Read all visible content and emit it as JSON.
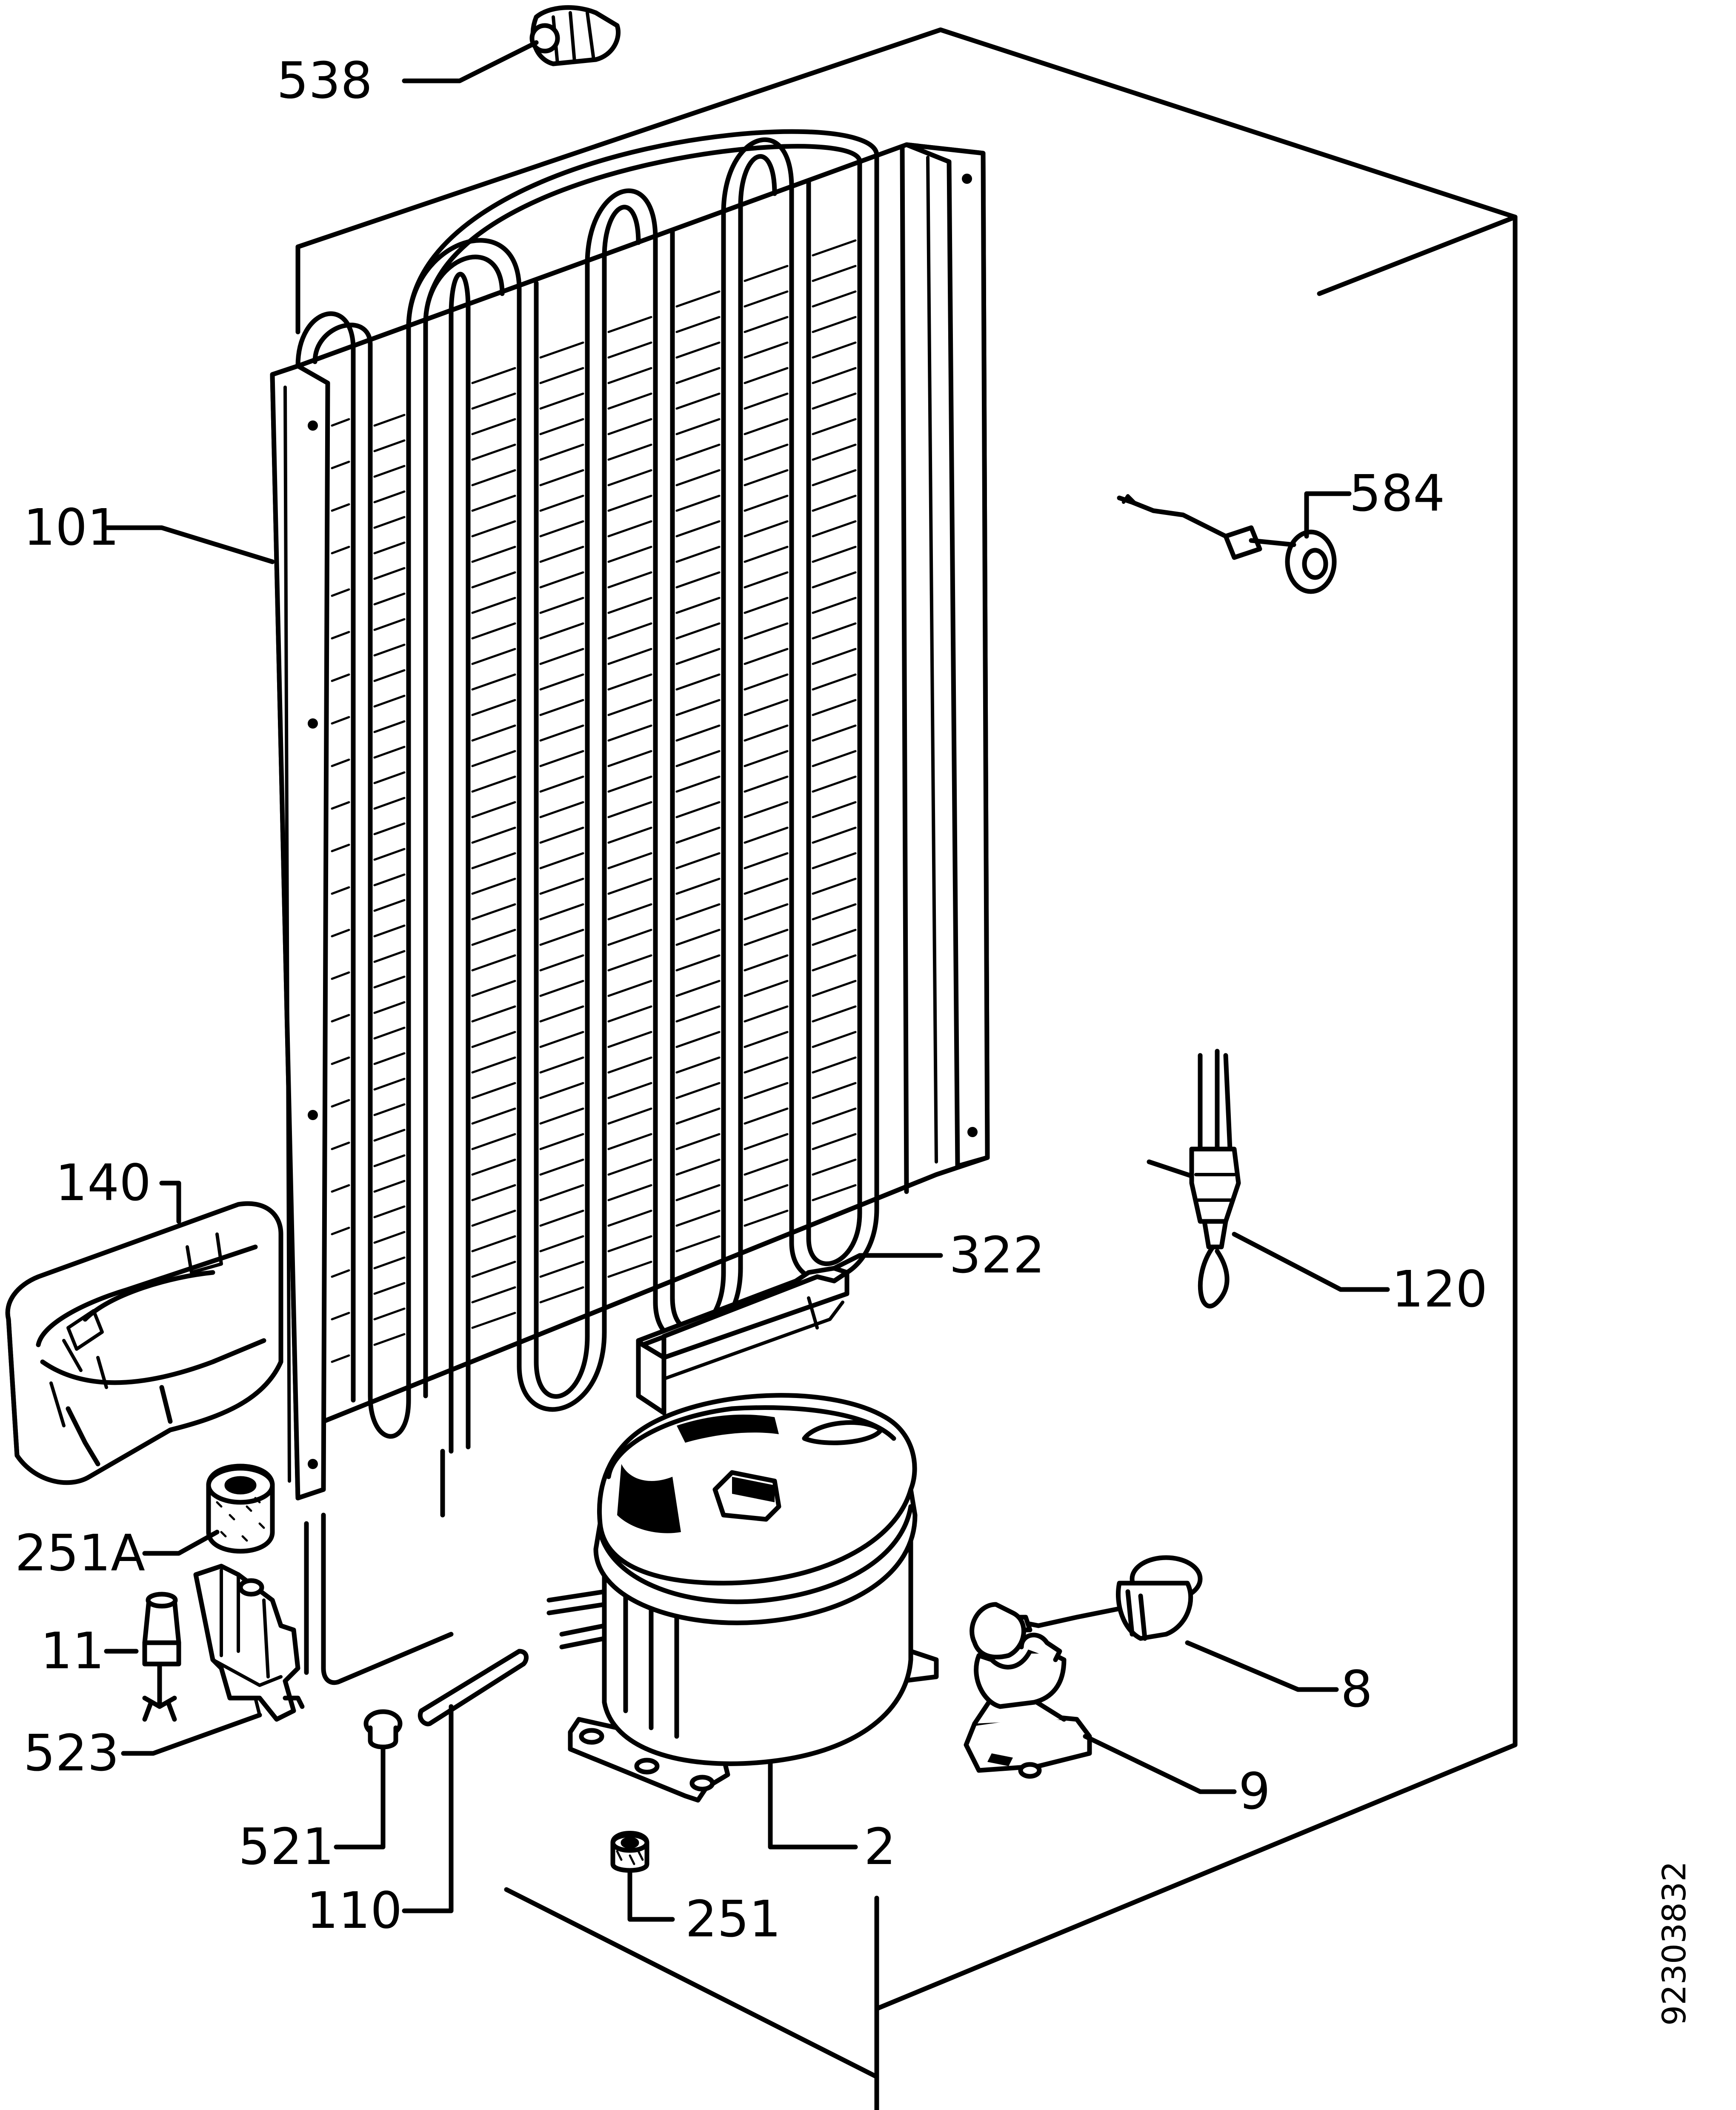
{
  "diagram": {
    "document_code": "92303832",
    "parts": [
      {
        "id": "p538",
        "label": "538"
      },
      {
        "id": "p101",
        "label": "101"
      },
      {
        "id": "p584",
        "label": "584"
      },
      {
        "id": "p140",
        "label": "140"
      },
      {
        "id": "p322",
        "label": "322"
      },
      {
        "id": "p120",
        "label": "120"
      },
      {
        "id": "p251A",
        "label": "251A"
      },
      {
        "id": "p11",
        "label": "11"
      },
      {
        "id": "p523",
        "label": "523"
      },
      {
        "id": "p8",
        "label": "8"
      },
      {
        "id": "p9",
        "label": "9"
      },
      {
        "id": "p521",
        "label": "521"
      },
      {
        "id": "p2",
        "label": "2"
      },
      {
        "id": "p110",
        "label": "110"
      },
      {
        "id": "p251",
        "label": "251"
      }
    ]
  }
}
